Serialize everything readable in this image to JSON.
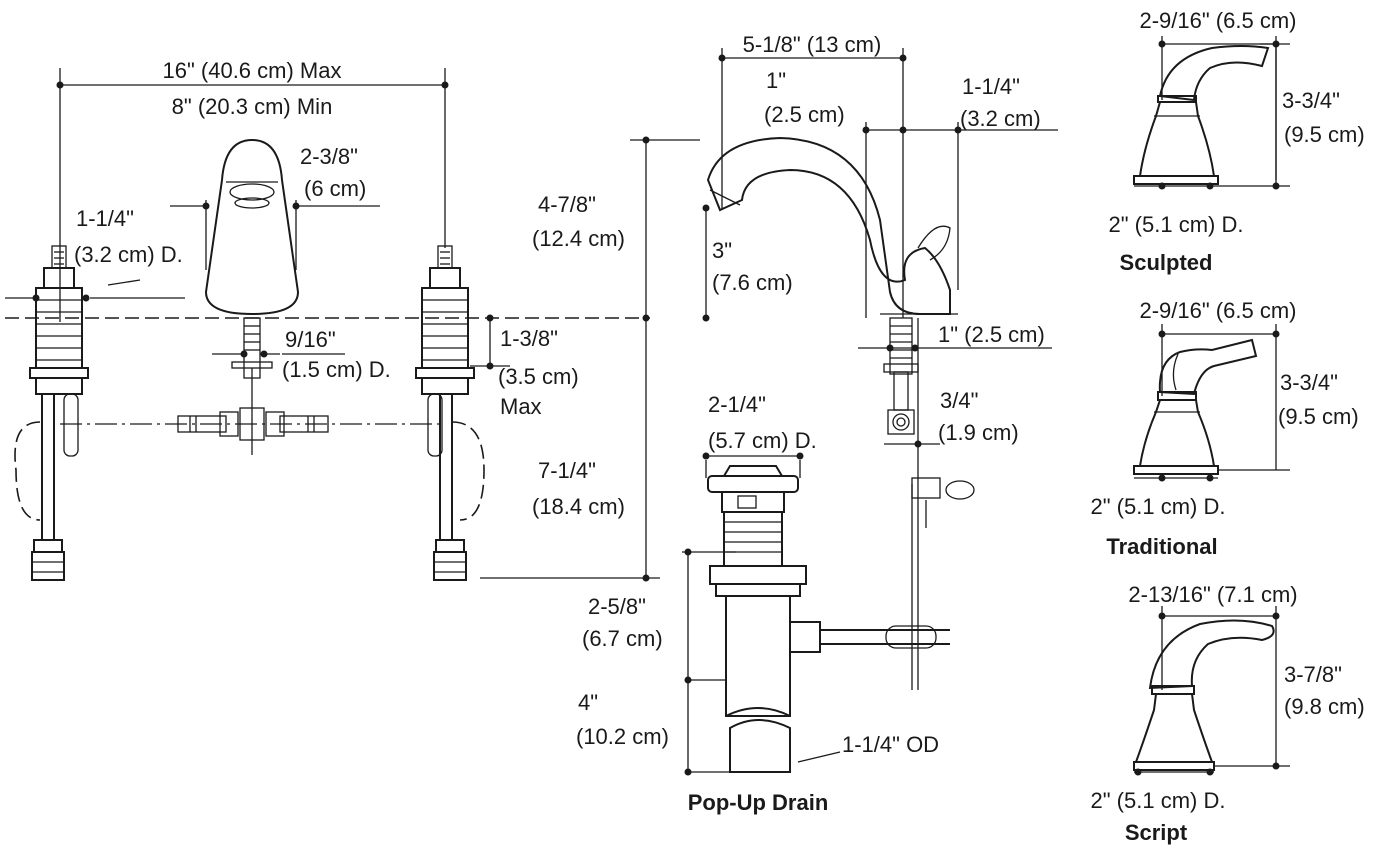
{
  "widespread": {
    "spread_max": "16\" (40.6 cm) Max",
    "spread_min": "8\" (20.3 cm) Min",
    "spout_width_in": "2-3/8\"",
    "spout_width_cm": "(6 cm)",
    "valve_dia_in": "1-1/4\"",
    "valve_dia_cm": "(3.2 cm) D.",
    "shank_dia_in": "9/16\"",
    "shank_dia_cm": "(1.5 cm) D.",
    "deck_in": "1-3/8\"",
    "deck_cm": "(3.5 cm)",
    "deck_max": "Max"
  },
  "spout_side": {
    "reach": "5-1/8\" (13 cm)",
    "offset_a_in": "1\"",
    "offset_a_cm": "(2.5 cm)",
    "offset_b_in": "1-1/4\"",
    "offset_b_cm": "(3.2 cm)",
    "height_in": "4-7/8\"",
    "height_cm": "(12.4 cm)",
    "clearance_in": "3\"",
    "clearance_cm": "(7.6 cm)",
    "below_in": "7-1/4\"",
    "below_cm": "(18.4 cm)",
    "shank_len": "1\" (2.5 cm)",
    "rod_in": "3/4\"",
    "rod_cm": "(1.9 cm)"
  },
  "drain": {
    "flange_in": "2-1/4\"",
    "flange_cm": "(5.7 cm) D.",
    "body_in": "2-5/8\"",
    "body_cm": "(6.7 cm)",
    "tail_in": "4\"",
    "tail_cm": "(10.2 cm)",
    "tail_od": "1-1/4\" OD",
    "caption": "Pop-Up Drain"
  },
  "handles": [
    {
      "width": "2-9/16\" (6.5 cm)",
      "height_in": "3-3/4\"",
      "height_cm": "(9.5 cm)",
      "base": "2\" (5.1 cm) D.",
      "name": "Sculpted"
    },
    {
      "width": "2-9/16\" (6.5 cm)",
      "height_in": "3-3/4\"",
      "height_cm": "(9.5 cm)",
      "base": "2\" (5.1 cm) D.",
      "name": "Traditional"
    },
    {
      "width": "2-13/16\" (7.1 cm)",
      "height_in": "3-7/8\"",
      "height_cm": "(9.8 cm)",
      "base": "2\" (5.1 cm) D.",
      "name": "Script"
    }
  ]
}
